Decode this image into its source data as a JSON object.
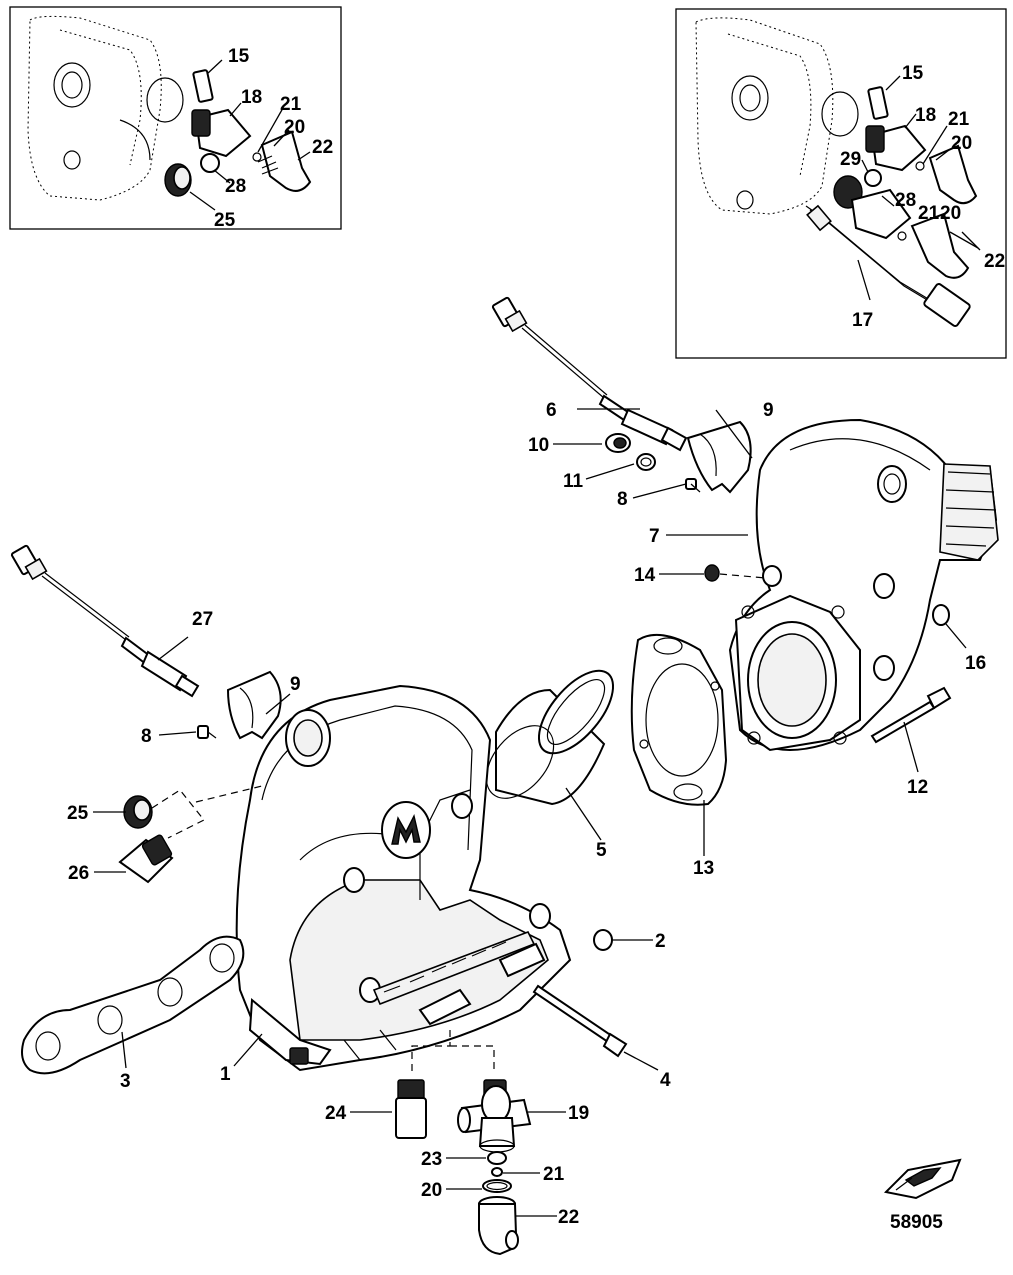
{
  "figure_number": "58905",
  "inset_left": {
    "labels": [
      "15",
      "18",
      "21",
      "20",
      "22",
      "28",
      "25"
    ]
  },
  "inset_right": {
    "labels": [
      "15",
      "18",
      "21",
      "20",
      "29",
      "28",
      "21",
      "20",
      "22",
      "17"
    ]
  },
  "callouts": [
    "6",
    "9",
    "10",
    "11",
    "8",
    "7",
    "14",
    "16",
    "27",
    "9",
    "8",
    "12",
    "25",
    "26",
    "5",
    "13",
    "2",
    "3",
    "1",
    "4",
    "24",
    "19",
    "23",
    "21",
    "20",
    "22"
  ]
}
